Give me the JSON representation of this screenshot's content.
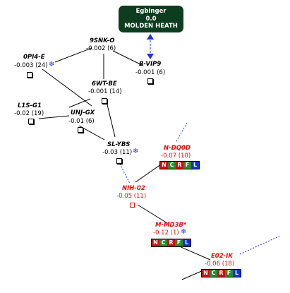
{
  "root": {
    "name": "Egbinger",
    "value": "0.0",
    "place": "MOLDEN HEATH"
  },
  "nodes": {
    "n9snk": {
      "name": "9SNK-O",
      "value": "-0.002 (6)"
    },
    "n0pi4": {
      "name": "0PI4-E",
      "value": "-0.003 (24)"
    },
    "bvip9": {
      "name": "B-VIP9",
      "value": "-0.001 (6)"
    },
    "n6wt": {
      "name": "6WT-BE",
      "value": "-0.001 (14)"
    },
    "l1s": {
      "name": "L1S-G1",
      "value": "-0.02 (19)"
    },
    "unj": {
      "name": "UNJ-GX",
      "value": "-0.01 (6)"
    },
    "slybs": {
      "name": "SL-YBS",
      "value": "-0.03 (11)"
    },
    "ndq0d": {
      "name": "N-DQ0D",
      "value": "-0.07 (10)"
    },
    "nih02": {
      "name": "NIH-02",
      "value": "-0.05 (11)"
    },
    "mmd3b": {
      "name": "M-MD3B*",
      "value": "-0.12 (1)"
    },
    "e02ik": {
      "name": "E02-IK",
      "value": "-0.06 (18)"
    }
  },
  "badge_letters": [
    "N",
    "C",
    "R",
    "F",
    "L"
  ],
  "colors": {
    "root_bg": "#0d3d1e",
    "low_sec": "#dd1111",
    "badge": [
      "#cc1111",
      "#2a8a2a",
      "#cc1111",
      "#2a8a2a",
      "#1133cc"
    ],
    "dotted_link": "#2233cc"
  },
  "icons": {
    "sov": "snowflake-icon",
    "station": "station-square-icon"
  }
}
